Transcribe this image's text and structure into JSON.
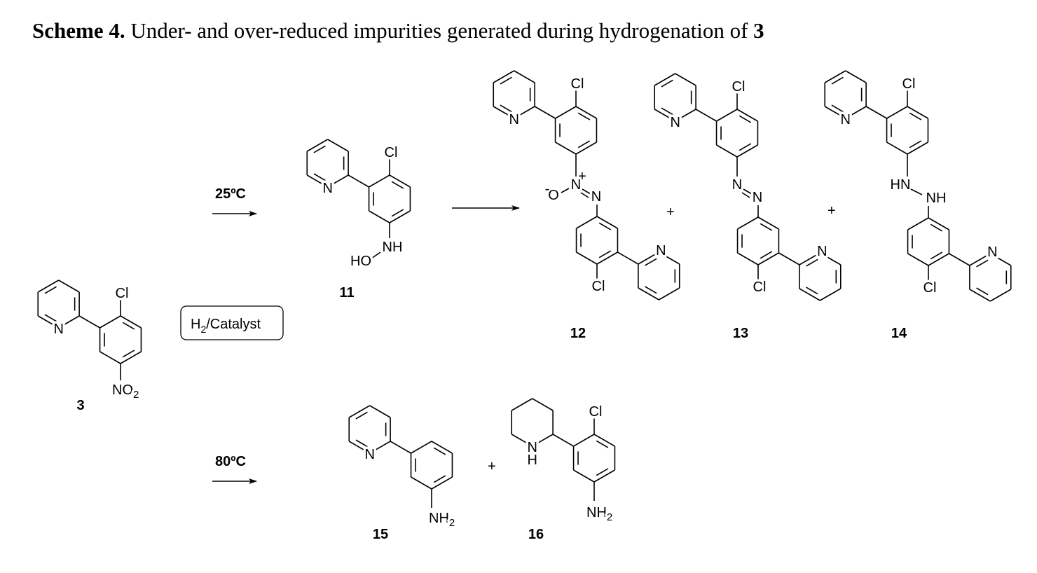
{
  "title": {
    "label": "Scheme 4.",
    "text": " Under- and over-reduced impurities generated during hydrogenation of ",
    "compound": "3"
  },
  "conditions": {
    "catalyst": {
      "main": "H",
      "sub": "2",
      "rest": "/Catalyst"
    },
    "low_temp": "25ºC",
    "high_temp": "80ºC"
  },
  "plus": "+",
  "molecules": {
    "m3": {
      "number": "3",
      "cl": "Cl",
      "n": "N",
      "group": {
        "main": "NO",
        "sub": "2"
      }
    },
    "m11": {
      "number": "11",
      "cl": "Cl",
      "n": "N",
      "nh": "NH",
      "ho": "HO"
    },
    "m12": {
      "number": "12",
      "cl": "Cl",
      "n": "N",
      "n_plus": "N",
      "plus_charge": "+",
      "o": "O",
      "minus_charge": "-",
      "n2": "N"
    },
    "m13": {
      "number": "13",
      "cl": "Cl",
      "n": "N",
      "n1": "N",
      "n2": "N"
    },
    "m14": {
      "number": "14",
      "cl": "Cl",
      "n": "N",
      "hn": "HN",
      "nh": "NH"
    },
    "m15": {
      "number": "15",
      "n": "N",
      "group": {
        "main": "NH",
        "sub": "2"
      }
    },
    "m16": {
      "number": "16",
      "cl": "Cl",
      "n": "N",
      "h": "H",
      "group": {
        "main": "NH",
        "sub": "2"
      }
    }
  }
}
